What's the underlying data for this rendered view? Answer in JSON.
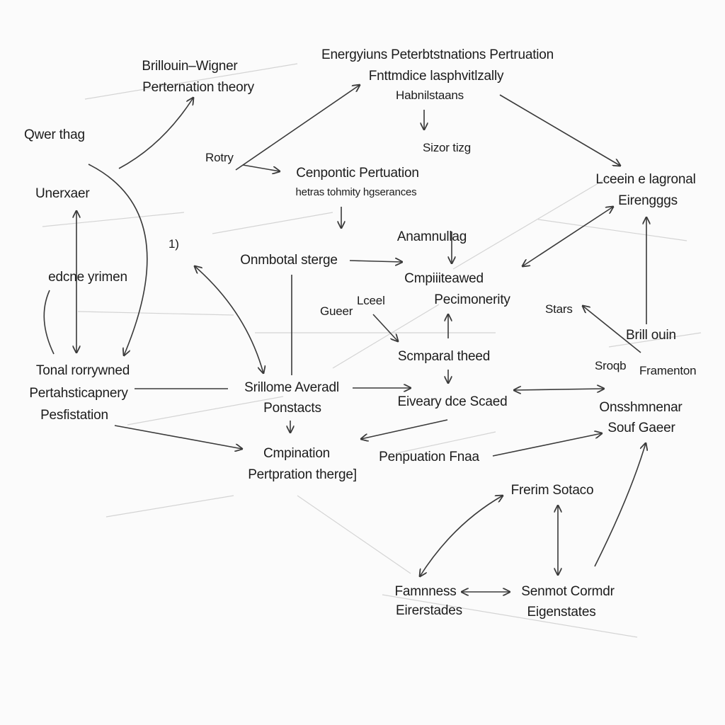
{
  "labels": {
    "brillouin_wigner_1": "Brillouin–Wigner",
    "brillouin_wigner_2": "Perternation theory",
    "energy_1": "Energyiuns Peterbtstnations Pertruation",
    "energy_2": "Fnttmdice lasphvitlzally",
    "energy_3": "Habnilstaans",
    "sizor": "Sizor tizg",
    "ower_thag": "Qwer thag",
    "rotry": "Rotry",
    "cenpontic_1": "Cenpontic Pertuation",
    "cenpontic_2": "hetras tohmity hgserances",
    "uner": "Unerxaer",
    "leeein_1": "Lceein e lagronal",
    "leeein_2": "Eirengggs",
    "paren": "1)",
    "anamnullag": "Anamnullag",
    "ombotal": "Onmbotal sterge",
    "edcne": "edcne yrimen",
    "cmpiiiteawed_1": "Cmpiiiteawed",
    "cmpiiiteawed_2": "Pecimonerity",
    "lceel": "Lceel",
    "gueer": "Gueer",
    "stars": "Stars",
    "brill_ouin": "Brill ouin",
    "scmparal": "Scmparal theed",
    "sroqb": "Sroqb",
    "framenton": "Framenton",
    "tonal_1": "Tonal rorrywned",
    "tonal_2": "Pertahsticapnery",
    "tonal_3": "Pesfistation",
    "srillome_1": "Srillome Averadl",
    "srillome_2": "Ponstacts",
    "eiveary": "Eiveary dce Scaed",
    "onsshm_1": "Onsshmnenar",
    "onsshm_2": "Souf Gaeer",
    "cmpination_1": "Cmpination",
    "cmpination_2": "Pertpration therge]",
    "penpuation": "Penpuation Fnaa",
    "frerim": "Frerim Sotaco",
    "famnness_1": "Famnness",
    "famnness_2": "Eirerstades",
    "senmot_1": "Senmot Cormdr",
    "senmot_2": "Eigenstates"
  },
  "colors": {
    "ink": "#1c1c1c",
    "arrow": "#3a3a3a",
    "faint_line": "#d4d4d4",
    "paper": "#fbfbfb"
  }
}
